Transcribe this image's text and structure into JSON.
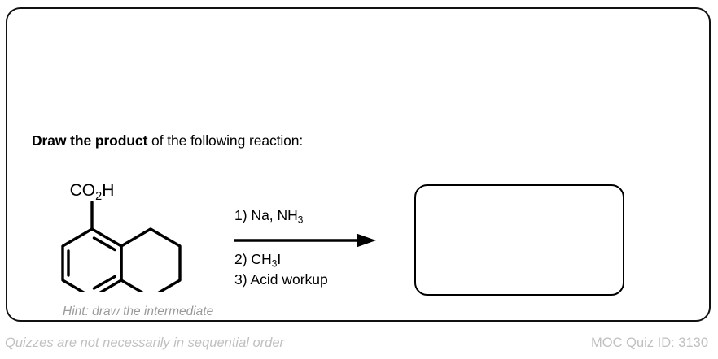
{
  "card": {
    "question": {
      "strong": "Draw the product",
      "rest": " of the following reaction:"
    },
    "reactant": {
      "name": "5,6,7,8-tetrahydronaphthalene-1-carboxylic-acid",
      "substituent_label_prefix": "CO",
      "substituent_label_sub": "2",
      "substituent_label_suffix": "H"
    },
    "reaction": {
      "conditions": [
        {
          "number": "1)",
          "reagent_pre": " Na, NH",
          "reagent_sub": "3",
          "reagent_post": ""
        },
        {
          "number": "2)",
          "reagent_pre": " CH",
          "reagent_sub": "3",
          "reagent_post": "I"
        },
        {
          "number": "3)",
          "reagent_pre": " Acid workup",
          "reagent_sub": "",
          "reagent_post": ""
        }
      ],
      "arrow_icon": "right-arrow-icon"
    },
    "answer_box": {
      "value": "",
      "placeholder": ""
    },
    "hint": "Hint: draw the intermediate"
  },
  "footer": {
    "note": "Quizzes are not necessarily in sequential order",
    "quiz_id": "MOC Quiz ID: 3130"
  },
  "colors": {
    "ink": "#000000",
    "hint_gray": "#9a9a9a",
    "footer_gray": "#c0c0c0",
    "card_border": "#111111"
  }
}
